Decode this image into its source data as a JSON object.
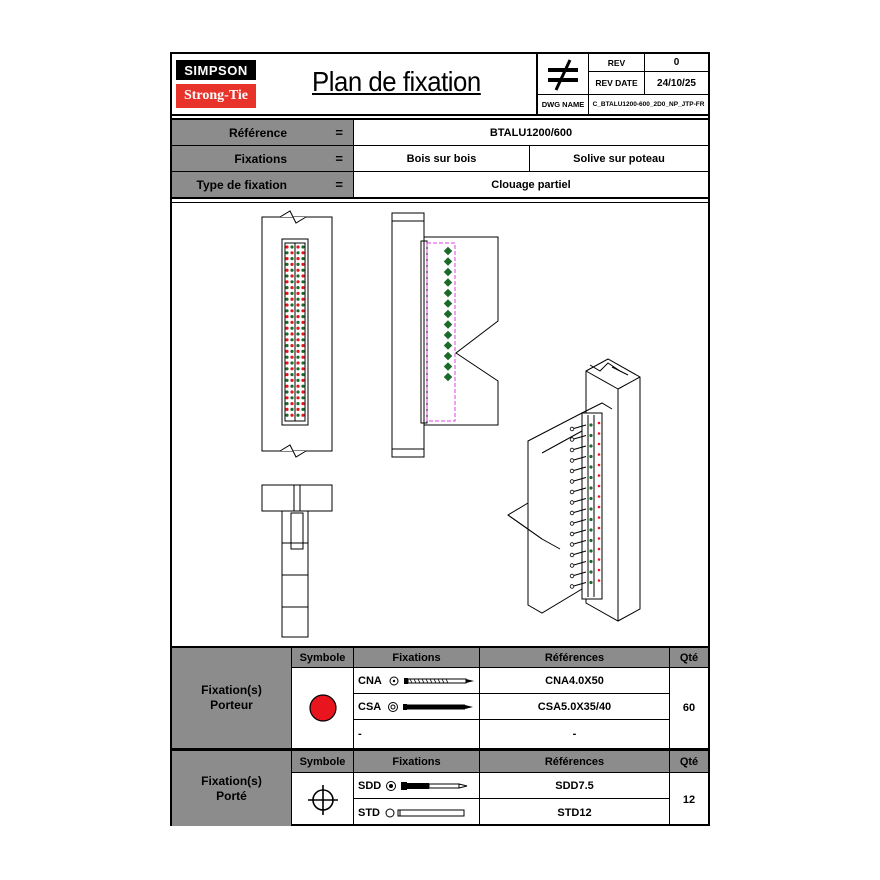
{
  "logo": {
    "top": "SIMPSON",
    "bottom": "Strong-Tie"
  },
  "header": {
    "title": "Plan de fixation",
    "rev_label": "REV",
    "rev_value": "0",
    "rev_date_label": "REV DATE",
    "rev_date_value": "24/10/25",
    "dwg_name_label": "DWG NAME",
    "dwg_name_value": "C_BTALU1200-600_2D0_NP_JTP-FR"
  },
  "info": {
    "reference": {
      "label": "Référence",
      "eq": "=",
      "value": "BTALU1200/600"
    },
    "fixations": {
      "label": "Fixations",
      "eq": "=",
      "value_left": "Bois sur bois",
      "value_right": "Solive sur poteau"
    },
    "type": {
      "label": "Type de fixation",
      "eq": "=",
      "value": "Clouage partiel"
    }
  },
  "table_headers": {
    "symbole": "Symbole",
    "fixations": "Fixations",
    "references": "Références",
    "qte": "Qté"
  },
  "porteur": {
    "label_line1": "Fixation(s)",
    "label_line2": "Porteur",
    "symbol_color": "#e8141e",
    "rows": [
      {
        "code": "CNA",
        "reference": "CNA4.0X50"
      },
      {
        "code": "CSA",
        "reference": "CSA5.0X35/40"
      },
      {
        "code": "-",
        "reference": "-"
      }
    ],
    "qte": "60"
  },
  "porte": {
    "label_line1": "Fixation(s)",
    "label_line2": "Porté",
    "symbol_color": "#1a8a2a",
    "rows": [
      {
        "code": "SDD",
        "reference": "SDD7.5"
      },
      {
        "code": "STD",
        "reference": "STD12"
      }
    ],
    "qte": "12"
  },
  "colors": {
    "grey": "#8c8c8c",
    "red": "#e8141e",
    "green": "#1a6b2a",
    "magenta": "#e040e0"
  }
}
